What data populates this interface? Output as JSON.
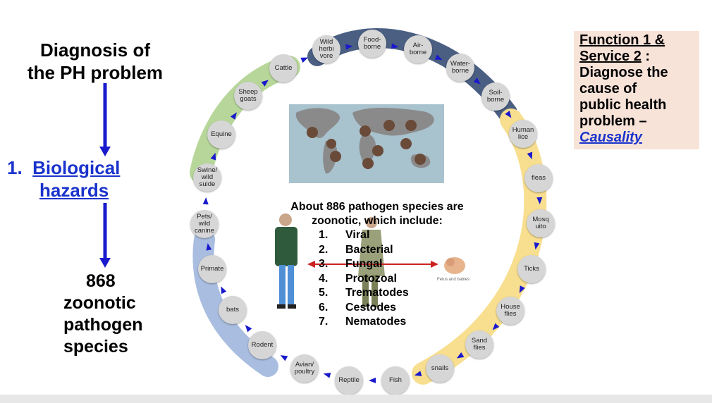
{
  "left": {
    "title_line1": "Diagnosis of",
    "title_line2": "the PH problem",
    "link_number": "1.",
    "link_line1": "Biological",
    "link_line2": "hazards",
    "bottom_line1": "868",
    "bottom_line2": "zoonotic",
    "bottom_line3": "pathogen",
    "bottom_line4": "species"
  },
  "function_box": {
    "line1": "Function 1 &",
    "line2": "Service 2",
    "line2_suffix": " :",
    "line3": "Diagnose the",
    "line4": "cause of",
    "line5": "public health",
    "line6": "problem –",
    "causality": "Causality"
  },
  "center": {
    "heading_line1": "About 886 pathogen species are",
    "heading_line2": "zoonotic, which include:",
    "items": [
      {
        "num": "1.",
        "label": "Viral"
      },
      {
        "num": "2.",
        "label": "Bacterial"
      },
      {
        "num": "3.",
        "label": "Fungal"
      },
      {
        "num": "4.",
        "label": "Protozoal"
      },
      {
        "num": "5.",
        "label": "Trematodes"
      },
      {
        "num": "6.",
        "label": "Cestodes"
      },
      {
        "num": "7.",
        "label": "Nematodes"
      }
    ],
    "fetus_label": "Fetus and babies"
  },
  "cycle_nodes": [
    {
      "label": "Wild\nherbi\nvore"
    },
    {
      "label": "Food-\nborne"
    },
    {
      "label": "Air-\nborne"
    },
    {
      "label": "Water-\nborne"
    },
    {
      "label": "Soil-\nborne"
    },
    {
      "label": "Human\nlice"
    },
    {
      "label": "fleas"
    },
    {
      "label": "Mosq\nuito"
    },
    {
      "label": "Ticks"
    },
    {
      "label": "House\nflies"
    },
    {
      "label": "Sand\nflies"
    },
    {
      "label": "snails"
    },
    {
      "label": "Fish"
    },
    {
      "label": "Reptile"
    },
    {
      "label": "Avian/\npoultry"
    },
    {
      "label": "Rodent"
    },
    {
      "label": "bats"
    },
    {
      "label": "Primate"
    },
    {
      "label": "Pets/\nwild\ncanine"
    },
    {
      "label": "Swine/\nwild\nsuide"
    },
    {
      "label": "Equine"
    },
    {
      "label": "Sheep\ngoats"
    },
    {
      "label": "Cattle"
    }
  ],
  "colors": {
    "arc_dark": "#4a5f82",
    "arc_yellow": "#f8df90",
    "arc_blue": "#a9bde0",
    "arc_green": "#b7d79a",
    "arrow": "#1a1acc",
    "node_fill": "#d6d6d6",
    "link": "#1a33cc",
    "box": "#f8e3d8"
  }
}
